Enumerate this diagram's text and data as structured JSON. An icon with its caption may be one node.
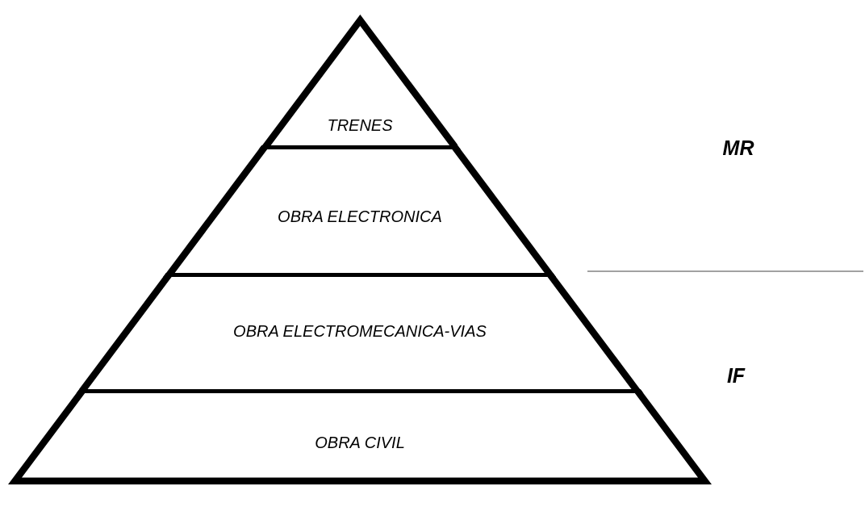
{
  "diagram": {
    "nodes": [
      {
        "text": [
          "TRENES"
        ]
      },
      {
        "text": [
          "OBRA ELECTRONICA"
        ]
      },
      {
        "text": [
          "OBRA ELECTROMECANICA-VIAS"
        ]
      },
      {
        "text": [
          "OBRA CIVIL"
        ]
      }
    ],
    "labels": [
      "MR",
      "IF"
    ]
  }
}
